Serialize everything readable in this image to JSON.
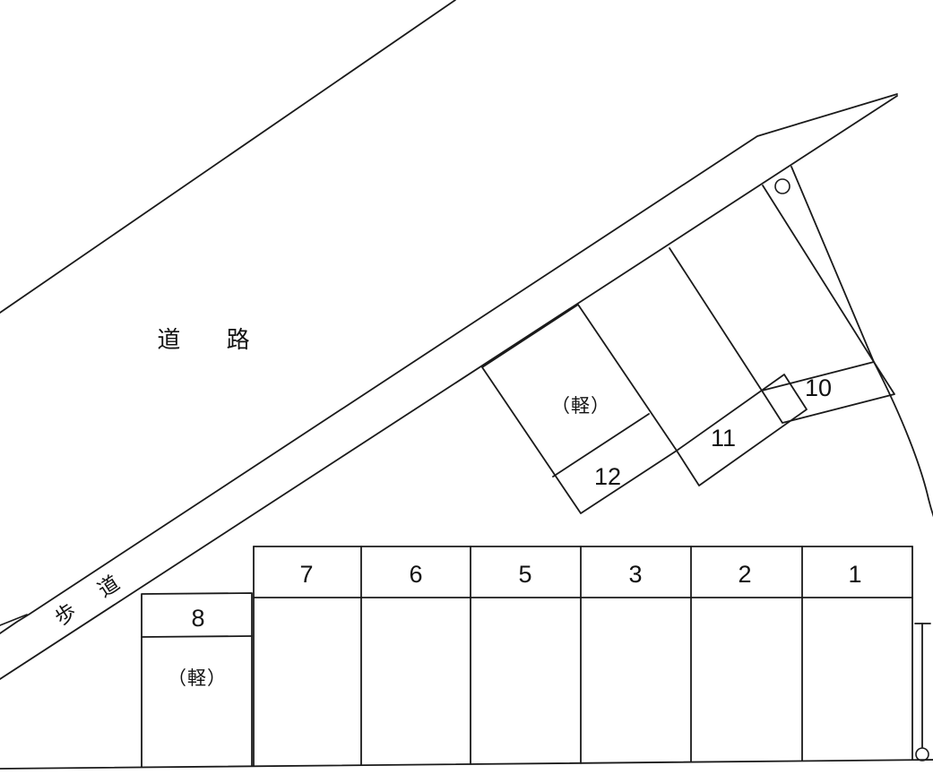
{
  "colors": {
    "ink": "#1a1a1a",
    "background": "#ffffff"
  },
  "labels": {
    "road": "道 路",
    "sidewalk": "歩 道"
  },
  "spaces": {
    "bottom_row": [
      "7",
      "6",
      "5",
      "3",
      "2",
      "1"
    ],
    "space_8": {
      "number": "8",
      "type": "（軽）"
    },
    "space_12": {
      "number": "12",
      "type": "（軽）"
    },
    "space_11": {
      "number": "11"
    },
    "space_10": {
      "number": "10"
    }
  },
  "symbols": {
    "pole_top_right": "utility-pole-circle",
    "pole_bottom_right": "gate-pole-with-circle"
  }
}
